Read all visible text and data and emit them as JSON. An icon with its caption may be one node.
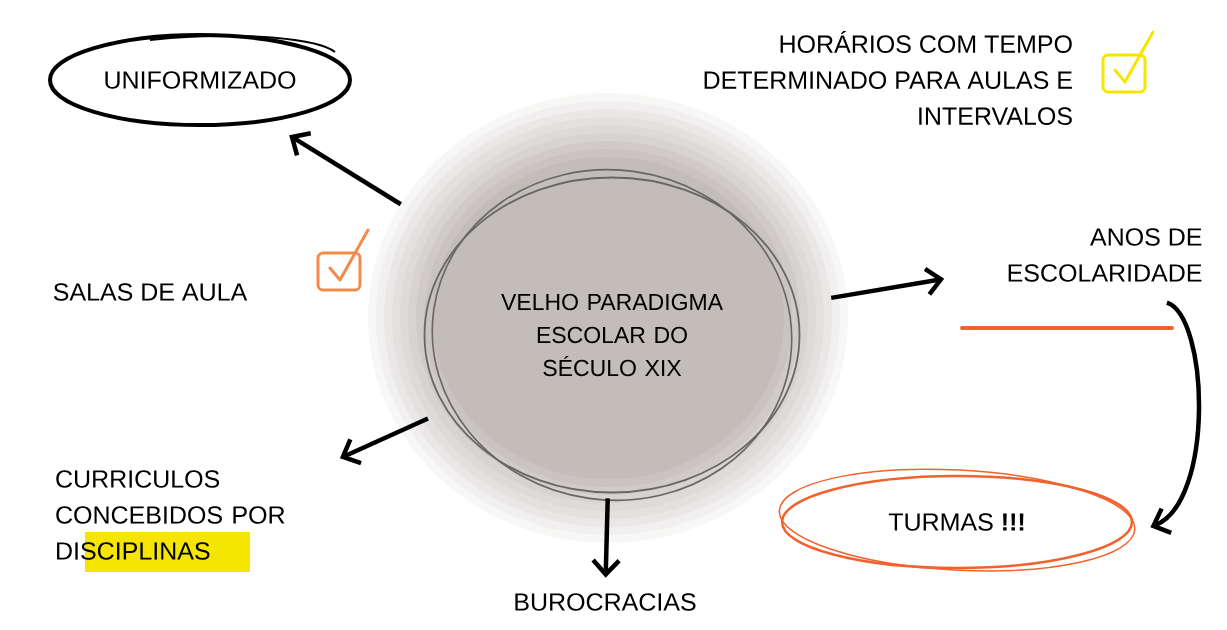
{
  "diagram": {
    "nodes": [
      {
        "text": [
          "UNIFORMIZADO"
        ]
      },
      {
        "text": [
          "VELHO PARADIGMA ESCOLAR DO SÉCULO XIX"
        ]
      },
      {
        "text": [
          "ANOS DE ESCOLARIDADE"
        ]
      },
      {
        "text": [
          "CURRICULOS CONCEBIDOS POR DISCIPLINAS"
        ]
      },
      {
        "text": [
          "TURMAS **!!!**"
        ]
      },
      {
        "text": [
          "BUROCRACIAS"
        ]
      }
    ],
    "edges": [
      {
        "from": 1,
        "to": 0,
        "arrow": "to"
      },
      {
        "from": 1,
        "to": 2,
        "arrow": "to"
      },
      {
        "from": 2,
        "to": 4,
        "arrow": "to"
      },
      {
        "from": 1,
        "to": 3,
        "arrow": "to"
      },
      {
        "from": 1,
        "to": 5,
        "arrow": "to"
      }
    ],
    "labels": [
      "HORÁRIOS COM TEMPO DETERMINADO PARA AULAS E INTERVALOS",
      "SALAS DE AULA"
    ]
  }
}
